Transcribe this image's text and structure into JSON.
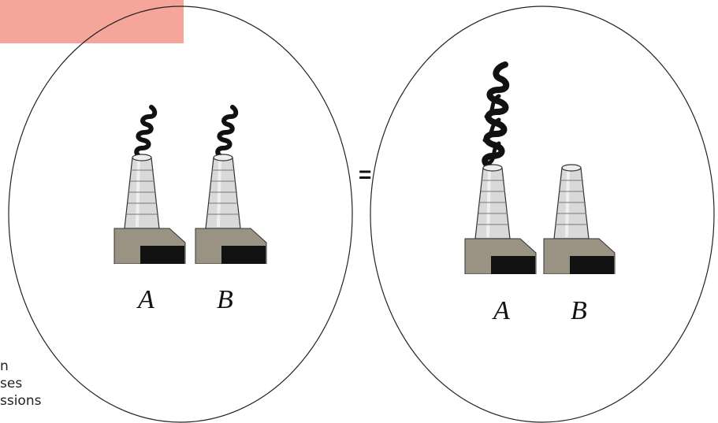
{
  "diagram": {
    "equals_sign": "=",
    "left_group": {
      "label_a": "A",
      "label_b": "B"
    },
    "right_group": {
      "label_a": "A",
      "label_b": "B"
    },
    "side_text": {
      "line1": "n",
      "line2": "ses",
      "line3": "ssions"
    },
    "colors": {
      "banner": "#f5a59a",
      "outline": "#222222",
      "smoke": "#111111",
      "chimney": "#d9d9d9",
      "base": "#9a9383"
    }
  }
}
